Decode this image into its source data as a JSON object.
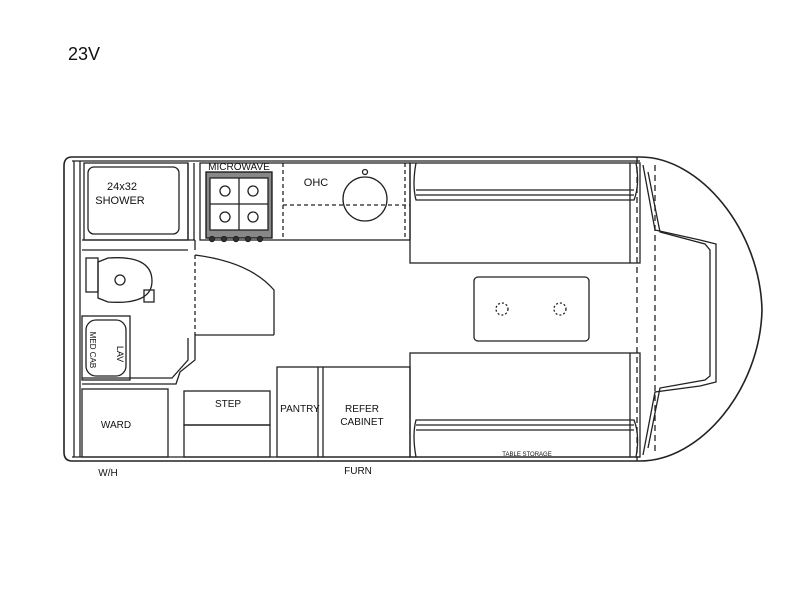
{
  "model_name": "23V",
  "labels": {
    "shower_size": "24x32",
    "shower": "SHOWER",
    "microwave": "MICROWAVE",
    "ohc": "OHC",
    "lav": "LAV",
    "med_cab": "MED CAB",
    "ward": "WARD",
    "step": "STEP",
    "pantry": "PANTRY",
    "refer": "REFER",
    "cabinet": "CABINET",
    "table_storage": "TABLE STORAGE",
    "wh": "W/H",
    "furn": "FURN"
  }
}
